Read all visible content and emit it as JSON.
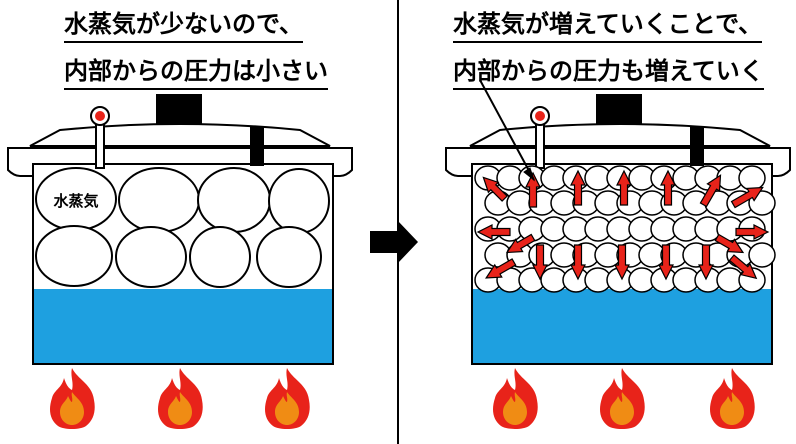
{
  "left_panel": {
    "caption_line1": "水蒸気が少ないので、",
    "caption_line2": "内部からの圧力は小さい",
    "steam_label": "水蒸気"
  },
  "right_panel": {
    "caption_line1": "水蒸気が増えていくことで、",
    "caption_line2": "内部からの圧力も増えていく"
  },
  "colors": {
    "water": "#1ea0e0",
    "arrow": "#e8231a",
    "flame_outer": "#e8231a",
    "flame_inner": "#f08c14",
    "lid": "#ffffff",
    "outline": "#000000"
  },
  "icons": {
    "transition": "arrow-right-icon",
    "heat": "flame-icon",
    "valve": "pressure-valve-icon"
  }
}
